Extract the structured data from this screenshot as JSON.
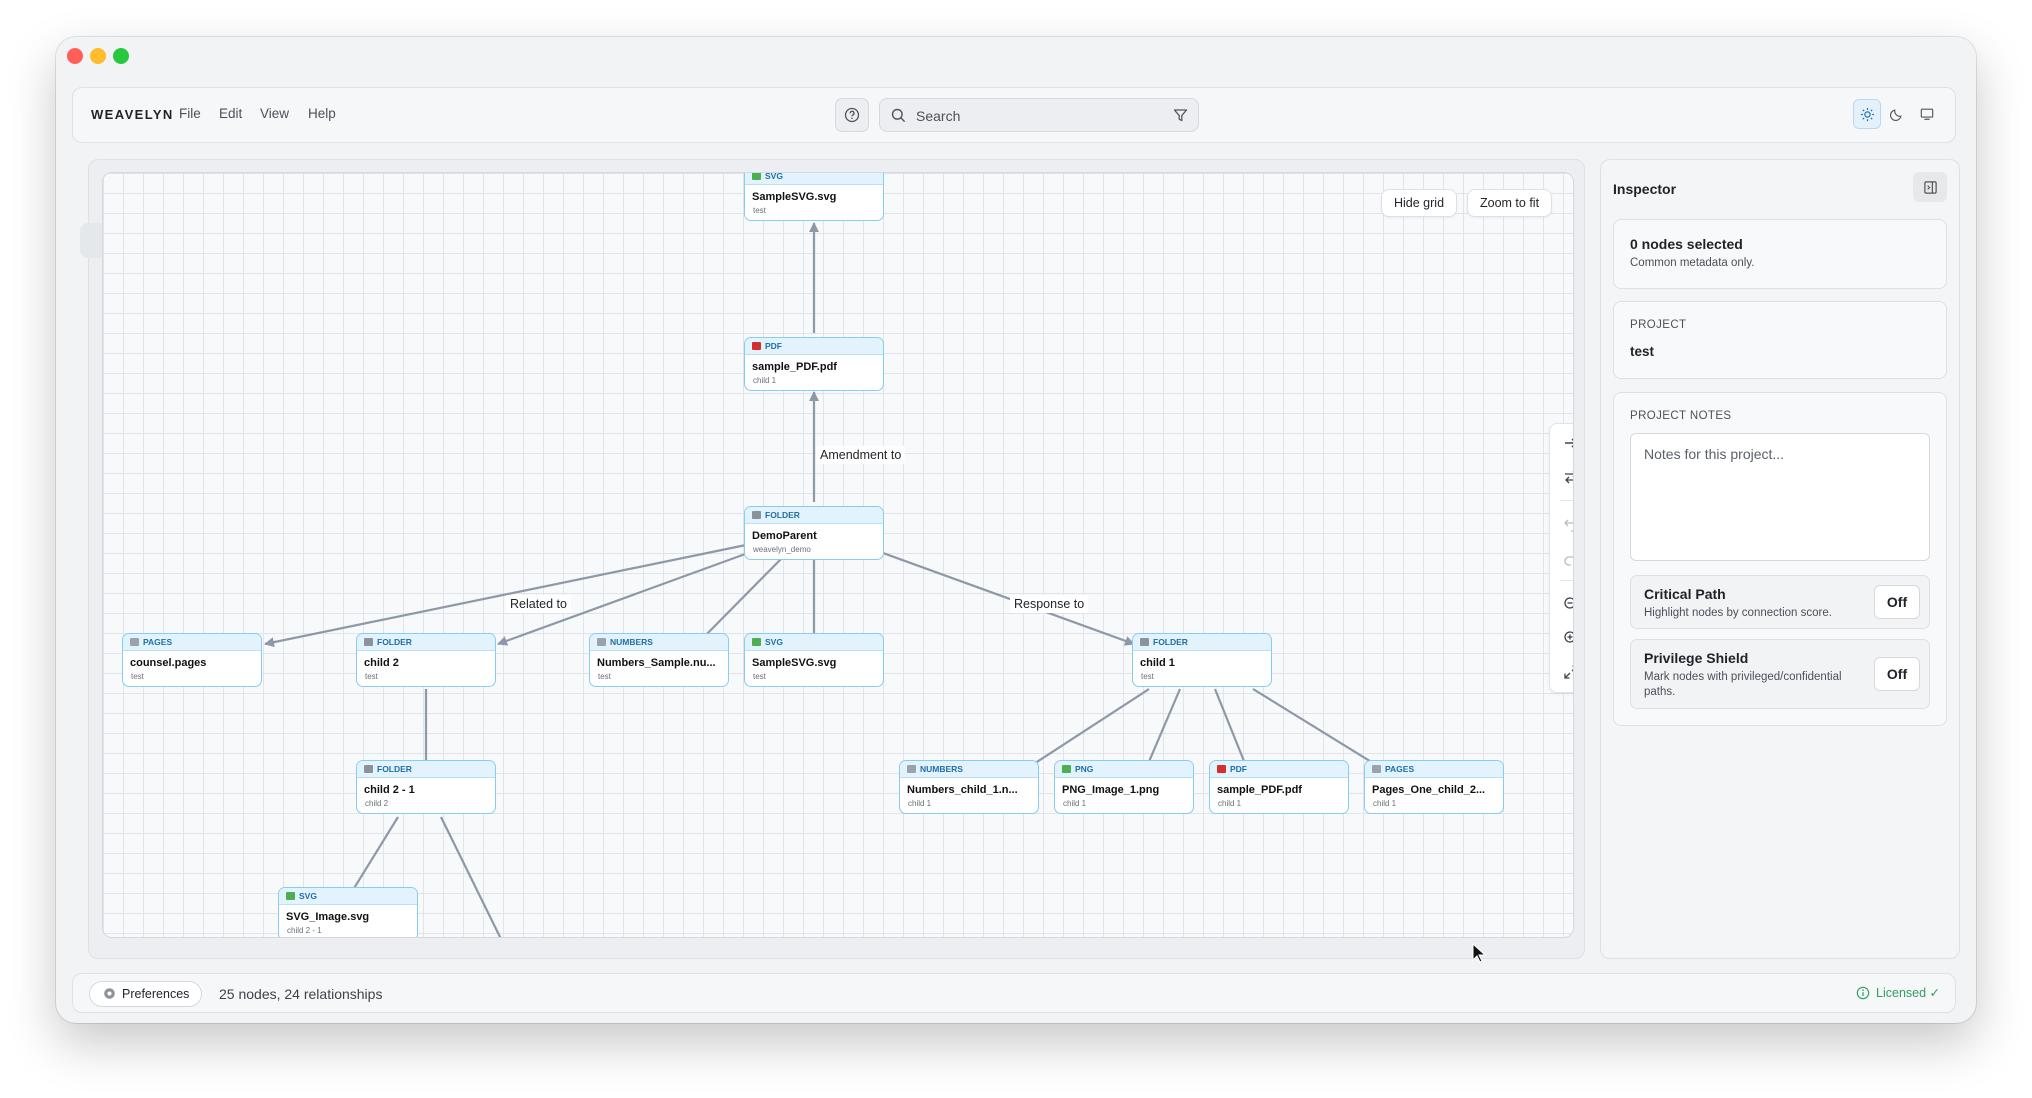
{
  "menubar": {
    "brand": "WEAVELYN",
    "menus": [
      "File",
      "Edit",
      "View",
      "Help"
    ]
  },
  "search": {
    "placeholder": "Search"
  },
  "theme": {
    "options": [
      "sun-icon",
      "moon-icon",
      "monitor-icon"
    ],
    "active": "light"
  },
  "canvas": {
    "hide_grid_label": "Hide grid",
    "zoom_fit_label": "Zoom to fit",
    "tools": [
      "arrow-right-icon",
      "swap-arrows-icon",
      "undo-icon",
      "redo-icon",
      "zoom-out-icon",
      "zoom-in-icon",
      "expand-icon"
    ]
  },
  "graph": {
    "nodes": [
      {
        "kind": "SVG",
        "name": "SampleSVG.svg",
        "sub": "test"
      },
      {
        "kind": "PDF",
        "name": "sample_PDF.pdf",
        "sub": "child 1"
      },
      {
        "kind": "FOLDER",
        "name": "DemoParent",
        "sub": "weavelyn_demo"
      },
      {
        "kind": "PAGES",
        "name": "counsel.pages",
        "sub": "test"
      },
      {
        "kind": "FOLDER",
        "name": "child 2",
        "sub": "test"
      },
      {
        "kind": "NUMBERS",
        "name": "Numbers_Sample.nu...",
        "sub": "test"
      },
      {
        "kind": "SVG",
        "name": "SampleSVG.svg",
        "sub": "test"
      },
      {
        "kind": "FOLDER",
        "name": "child 1",
        "sub": "test"
      },
      {
        "kind": "FOLDER",
        "name": "child 2 - 1",
        "sub": "child 2"
      },
      {
        "kind": "NUMBERS",
        "name": "Numbers_child_1.n...",
        "sub": "child 1"
      },
      {
        "kind": "PNG",
        "name": "PNG_Image_1.png",
        "sub": "child 1"
      },
      {
        "kind": "PDF",
        "name": "sample_PDF.pdf",
        "sub": "child 1"
      },
      {
        "kind": "PAGES",
        "name": "Pages_One_child_2...",
        "sub": "child 1"
      },
      {
        "kind": "SVG",
        "name": "SVG_Image.svg",
        "sub": "child 2 - 1"
      }
    ],
    "edge_labels": [
      "Amendment to",
      "Related to",
      "Response to"
    ],
    "kind_colors": {
      "SVG": "#4caf50",
      "PDF": "#d32f2f",
      "FOLDER": "#8a939c",
      "PAGES": "#9aa3ad",
      "NUMBERS": "#9aa3ad",
      "PNG": "#4caf50"
    }
  },
  "inspector": {
    "title": "Inspector",
    "selection_title": "0 nodes selected",
    "selection_sub": "Common metadata only.",
    "project_label": "PROJECT",
    "project_value": "test",
    "notes_label": "PROJECT NOTES",
    "notes_placeholder": "Notes for this project...",
    "critical_path": {
      "title": "Critical Path",
      "desc": "Highlight nodes by connection score.",
      "state": "Off"
    },
    "privilege_shield": {
      "title": "Privilege Shield",
      "desc": "Mark nodes with privileged/confidential paths.",
      "state": "Off"
    }
  },
  "status": {
    "preferences": "Preferences",
    "summary": "25 nodes, 24 relationships",
    "license": "Licensed ✓"
  }
}
